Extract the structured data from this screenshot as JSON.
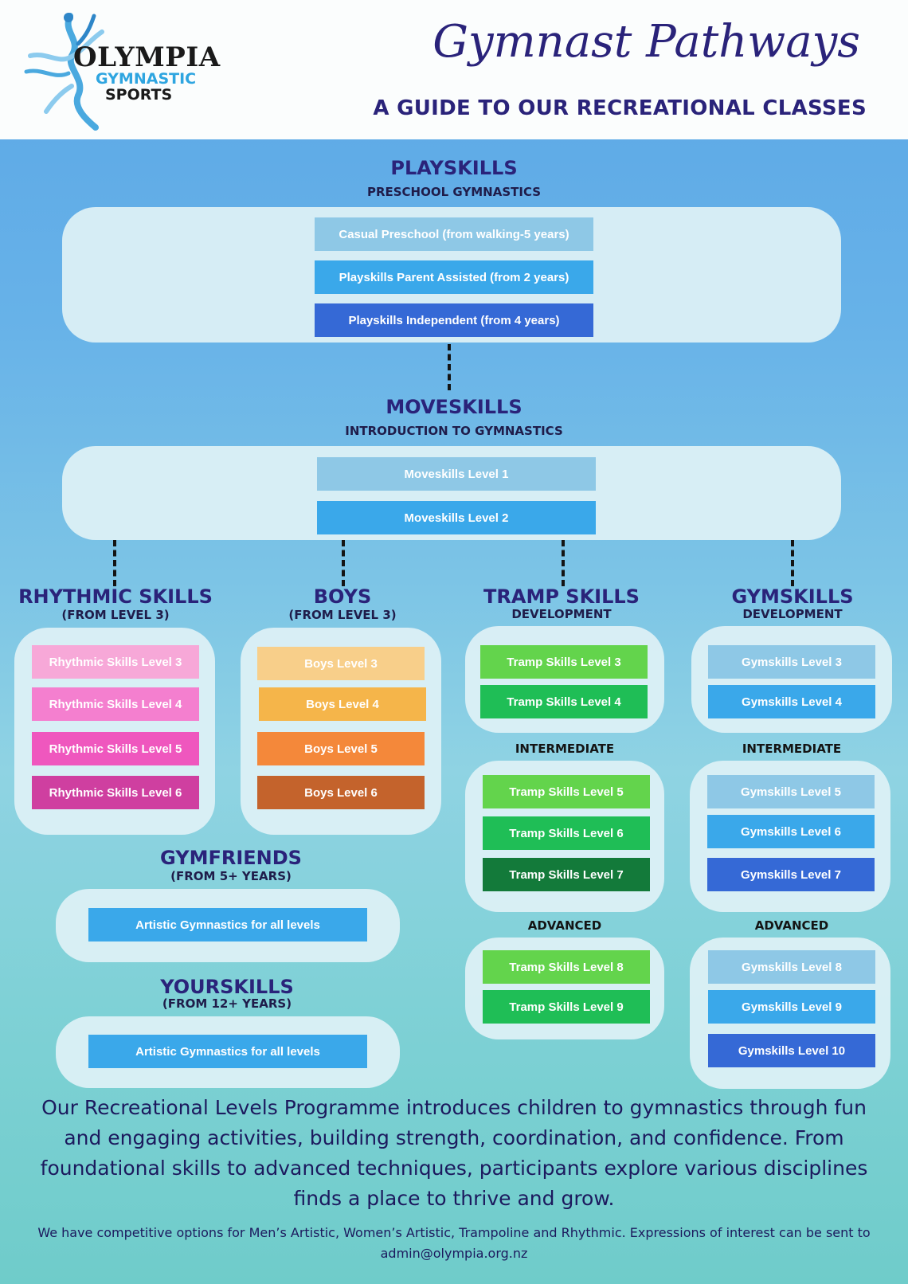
{
  "header": {
    "logo": {
      "line1": "OLYMPIA",
      "line2": "GYMNASTIC",
      "line3": "SPORTS"
    },
    "title": "Gymnast Pathways",
    "subtitle": "A GUIDE TO OUR RECREATIONAL CLASSES"
  },
  "playskills": {
    "heading": "PLAYSKILLS",
    "subheading": "PRESCHOOL GYMNASTICS",
    "items": [
      "Casual Preschool (from walking-5 years)",
      "Playskills Parent Assisted (from 2 years)",
      "Playskills Independent (from 4 years)"
    ]
  },
  "moveskills": {
    "heading": "MOVESKILLS",
    "subheading": "INTRODUCTION TO GYMNASTICS",
    "items": [
      "Moveskills Level 1",
      "Moveskills Level 2"
    ]
  },
  "rhythmic": {
    "heading": "RHYTHMIC SKILLS",
    "subheading": "(FROM LEVEL 3)",
    "items": [
      "Rhythmic Skills Level 3",
      "Rhythmic Skills Level 4",
      "Rhythmic Skills Level 5",
      "Rhythmic Skills Level 6"
    ]
  },
  "boys": {
    "heading": "BOYS",
    "subheading": "(FROM LEVEL 3)",
    "items": [
      "Boys Level 3",
      "Boys Level 4",
      "Boys Level 5",
      "Boys Level 6"
    ]
  },
  "tramp": {
    "heading": "TRAMP SKILLS",
    "development_label": "DEVELOPMENT",
    "intermediate_label": "INTERMEDIATE",
    "advanced_label": "ADVANCED",
    "development": [
      "Tramp Skills Level 3",
      "Tramp Skills Level 4"
    ],
    "intermediate": [
      "Tramp Skills Level 5",
      "Tramp Skills Level 6",
      "Tramp Skills Level 7"
    ],
    "advanced": [
      "Tramp Skills Level 8",
      "Tramp Skills Level 9"
    ]
  },
  "gymskills": {
    "heading": "GYMSKILLS",
    "development_label": "DEVELOPMENT",
    "intermediate_label": "INTERMEDIATE",
    "advanced_label": "ADVANCED",
    "development": [
      "Gymskills Level 3",
      "Gymskills Level 4"
    ],
    "intermediate": [
      "Gymskills Level 5",
      "Gymskills Level 6",
      "Gymskills Level 7"
    ],
    "advanced": [
      "Gymskills Level 8",
      "Gymskills Level 9",
      "Gymskills Level 10"
    ]
  },
  "gymfriends": {
    "heading": "GYMFRIENDS",
    "subheading": "(FROM 5+ YEARS)",
    "item": "Artistic Gymnastics for all levels"
  },
  "yourskills": {
    "heading": "YOURSKILLS",
    "subheading": "(FROM 12+ YEARS)",
    "item": "Artistic Gymnastics for all levels"
  },
  "footer": {
    "main": "Our Recreational Levels Programme introduces children to gymnastics through fun and engaging activities, building strength, coordination, and confidence. From foundational skills to advanced techniques, participants explore various disciplines finds a place to thrive and grow.",
    "small": "We have competitive options for Men’s Artistic, Women’s Artistic, Trampoline and Rhythmic. Expressions of interest can be sent to admin@olympia.org.nz"
  },
  "colors": {
    "navy": "#2a237a",
    "light_blue": "#8ec8e6",
    "mid_blue": "#3aa8ea",
    "dark_blue": "#3569d6",
    "pink_light": "#f7a8d8",
    "pink_mid": "#f47fcf",
    "pink": "#ef57be",
    "pink_dark": "#cf3fa0",
    "orange_light": "#f8cf8a",
    "orange_mid": "#f5b54a",
    "orange": "#f4883a",
    "orange_dark": "#c4632c",
    "green_light": "#63d44c",
    "green_mid": "#1fbe56",
    "green_dark": "#137a3a"
  }
}
